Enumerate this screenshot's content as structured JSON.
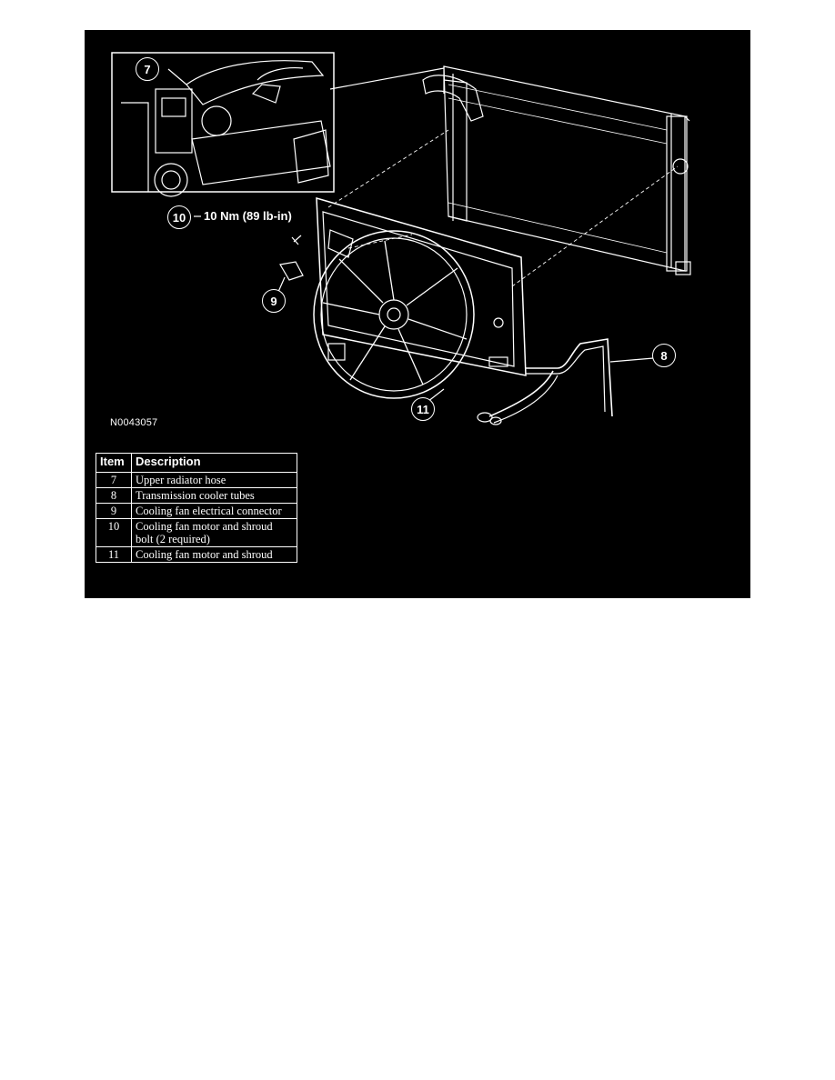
{
  "figure": {
    "callouts": {
      "c7": "7",
      "c8": "8",
      "c9": "9",
      "c10": "10",
      "c11": "11"
    },
    "torque_label": "10 Nm (89 lb-in)",
    "figure_id": "N0043057"
  },
  "legend": {
    "headers": {
      "item": "Item",
      "description": "Description"
    },
    "rows": [
      {
        "item": "7",
        "description": "Upper radiator hose"
      },
      {
        "item": "8",
        "description": "Transmission cooler tubes"
      },
      {
        "item": "9",
        "description": "Cooling fan electrical connector"
      },
      {
        "item": "10",
        "description": "Cooling fan motor and shroud bolt (2 required)"
      },
      {
        "item": "11",
        "description": "Cooling fan motor and shroud"
      }
    ]
  },
  "colors": {
    "background": "#000000",
    "linework": "#ffffff",
    "page": "#ffffff"
  }
}
